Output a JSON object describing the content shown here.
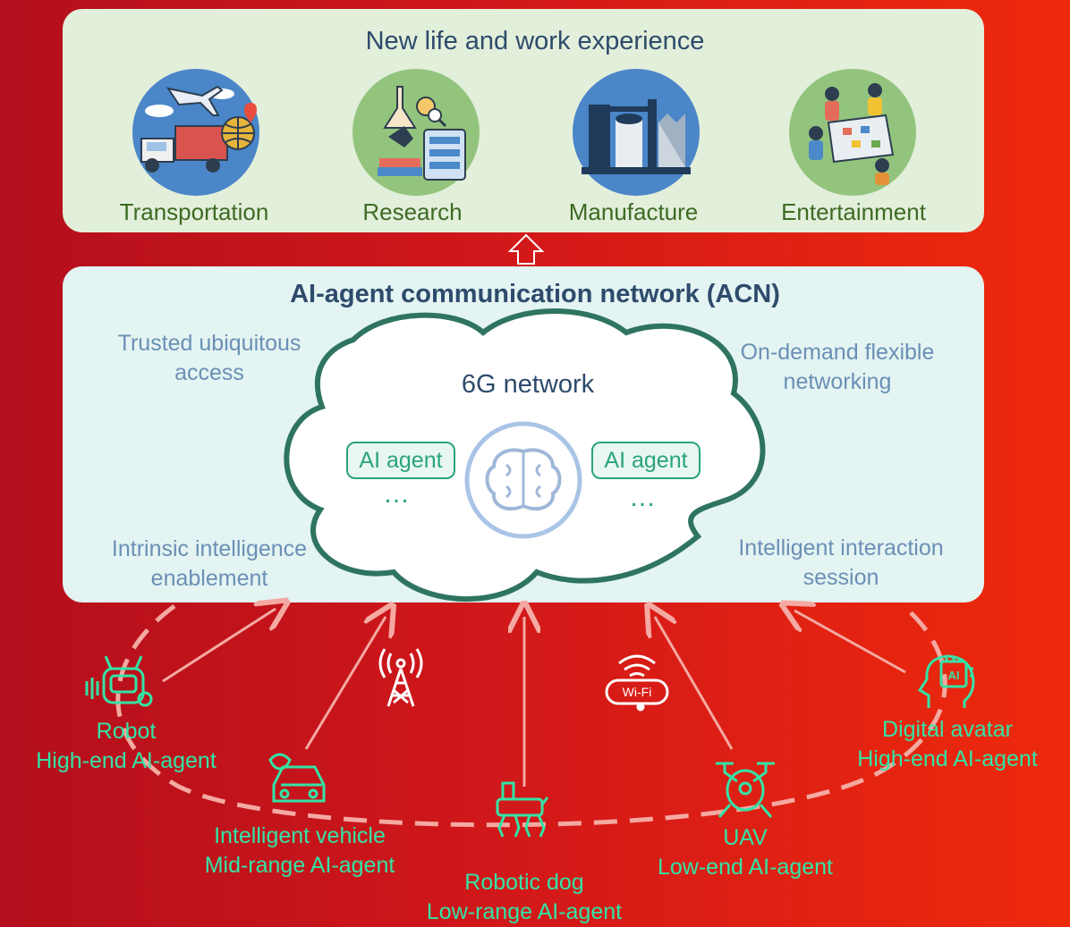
{
  "top": {
    "title": "New life and work experience",
    "apps": [
      {
        "label": "Transportation",
        "icon": "truck-plane-globe-icon"
      },
      {
        "label": "Research",
        "icon": "lab-microscope-icon"
      },
      {
        "label": "Manufacture",
        "icon": "factory-icon"
      },
      {
        "label": "Entertainment",
        "icon": "board-game-people-icon"
      }
    ]
  },
  "acn": {
    "title": "AI-agent communication network (ACN)",
    "features": {
      "top_left": "Trusted ubiquitous\naccess",
      "top_right": "On-demand flexible\nnetworking",
      "bottom_left": "Intrinsic intelligence\nenablement",
      "bottom_right": "Intelligent interaction\nsession"
    },
    "cloud": {
      "title": "6G network",
      "agent_left": "AI agent",
      "agent_right": "AI agent",
      "ellipsis": "…"
    }
  },
  "agents": {
    "robot": "Robot\nHigh-end AI-agent",
    "vehicle": "Intelligent vehicle\nMid-range AI-agent",
    "dog": "Robotic dog\nLow-range AI-agent",
    "uav": "UAV\nLow-end AI-agent",
    "avatar": "Digital avatar\nHigh-end AI-agent"
  },
  "wifi_label": "Wi-Fi",
  "avatar_chip_label": "AI",
  "colors": {
    "agent_green": "#34e3a6",
    "cloud_stroke": "#2e7461",
    "panel_top": "#e2efda",
    "panel_acn": "#e3f4f2",
    "title_blue": "#2e4b6c",
    "feature_blue": "#6b8fb6",
    "label_green": "#3d6a24"
  }
}
